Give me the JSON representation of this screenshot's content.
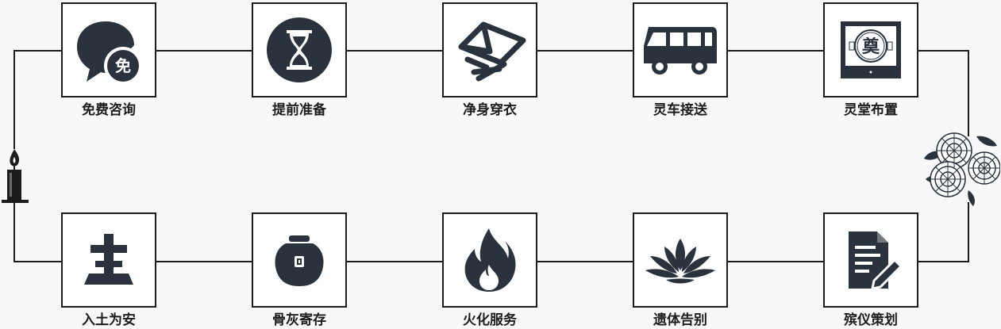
{
  "colors": {
    "icon": "#2a323d",
    "line": "#1c1c1c",
    "background": "#f8f8f8"
  },
  "steps": [
    {
      "label": "免费咨询",
      "icon": "chat-bubble-icon",
      "badge": "免"
    },
    {
      "label": "提前准备",
      "icon": "hourglass-icon"
    },
    {
      "label": "净身穿衣",
      "icon": "folded-cloth-icon"
    },
    {
      "label": "灵车接送",
      "icon": "hearse-van-icon"
    },
    {
      "label": "灵堂布置",
      "icon": "memorial-portrait-icon",
      "portrait_text": "奠"
    },
    {
      "label": "殡仪策划",
      "icon": "document-pen-icon"
    },
    {
      "label": "遗体告别",
      "icon": "lotus-icon"
    },
    {
      "label": "火化服务",
      "icon": "flame-icon"
    },
    {
      "label": "骨灰寄存",
      "icon": "urn-icon"
    },
    {
      "label": "入土为安",
      "icon": "tombstone-icon"
    }
  ],
  "decorations": {
    "left": "candle-icon",
    "right": "chrysanthemum-icon"
  }
}
